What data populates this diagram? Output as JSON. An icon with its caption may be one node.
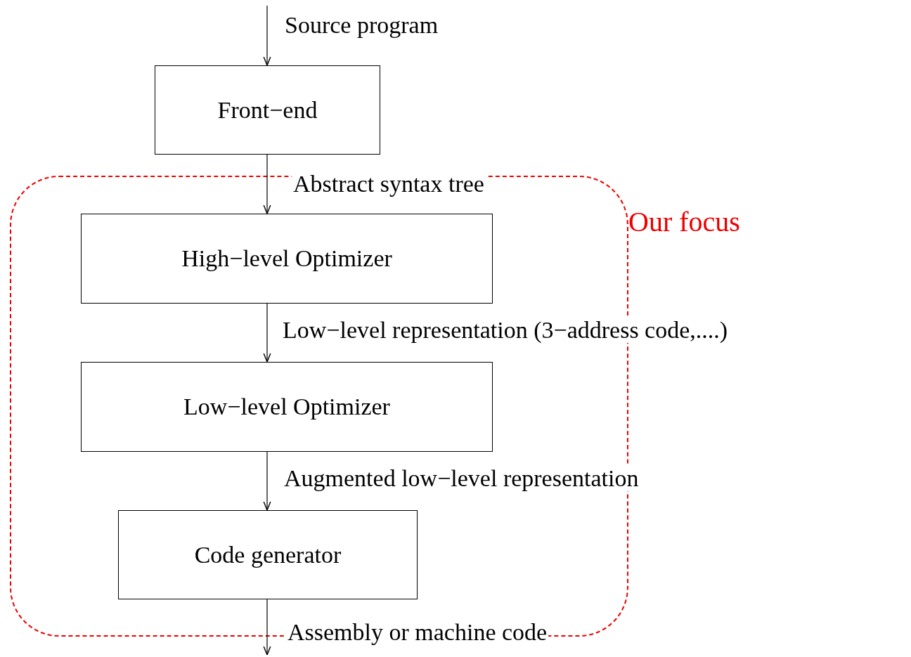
{
  "diagram": {
    "nodes": [
      {
        "text": [
          "Our focus"
        ]
      },
      {
        "text": [
          "Front−end"
        ]
      },
      {
        "text": [
          "High−level Optimizer"
        ],
        "in": 0
      },
      {
        "text": [
          "Low−level Optimizer"
        ],
        "in": 0
      },
      {
        "text": [
          "Code generator"
        ],
        "in": 0
      }
    ],
    "edges": [
      {
        "from": null,
        "to": 1,
        "arrow": "to",
        "label": "Source program"
      },
      {
        "from": 1,
        "to": 2,
        "arrow": "to",
        "label": "Abstract syntax tree"
      },
      {
        "from": 2,
        "to": 3,
        "arrow": "to",
        "label": "Low−level representation (3−address code,....)"
      },
      {
        "from": 3,
        "to": 4,
        "arrow": "to",
        "label": "Augmented low−level representation"
      },
      {
        "from": 4,
        "to": null,
        "arrow": "to",
        "label": "Assembly or machine code"
      }
    ]
  }
}
